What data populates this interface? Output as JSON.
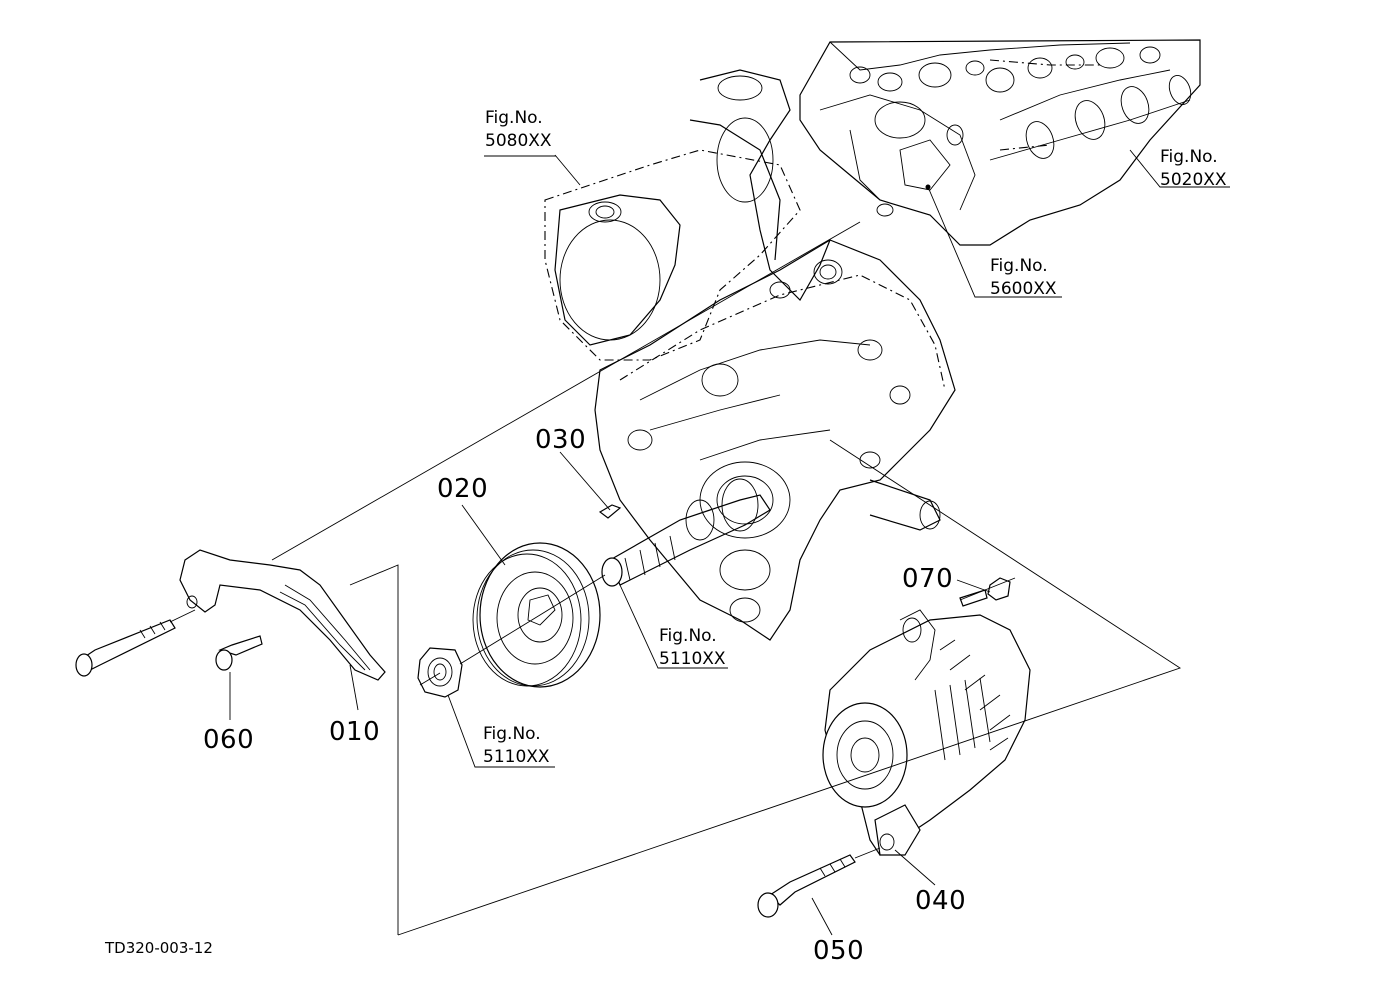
{
  "drawing_number": "TD320-003-12",
  "part_labels": {
    "p010": "010",
    "p020": "020",
    "p030": "030",
    "p040": "040",
    "p050": "050",
    "p060": "060",
    "p070": "070"
  },
  "figure_refs": {
    "f5080": {
      "title": "Fig.No.",
      "code": "5080XX"
    },
    "f5020": {
      "title": "Fig.No.",
      "code": "5020XX"
    },
    "f5600": {
      "title": "Fig.No.",
      "code": "5600XX"
    },
    "f5110a": {
      "title": "Fig.No.",
      "code": "5110XX"
    },
    "f5110b": {
      "title": "Fig.No.",
      "code": "5110XX"
    }
  }
}
